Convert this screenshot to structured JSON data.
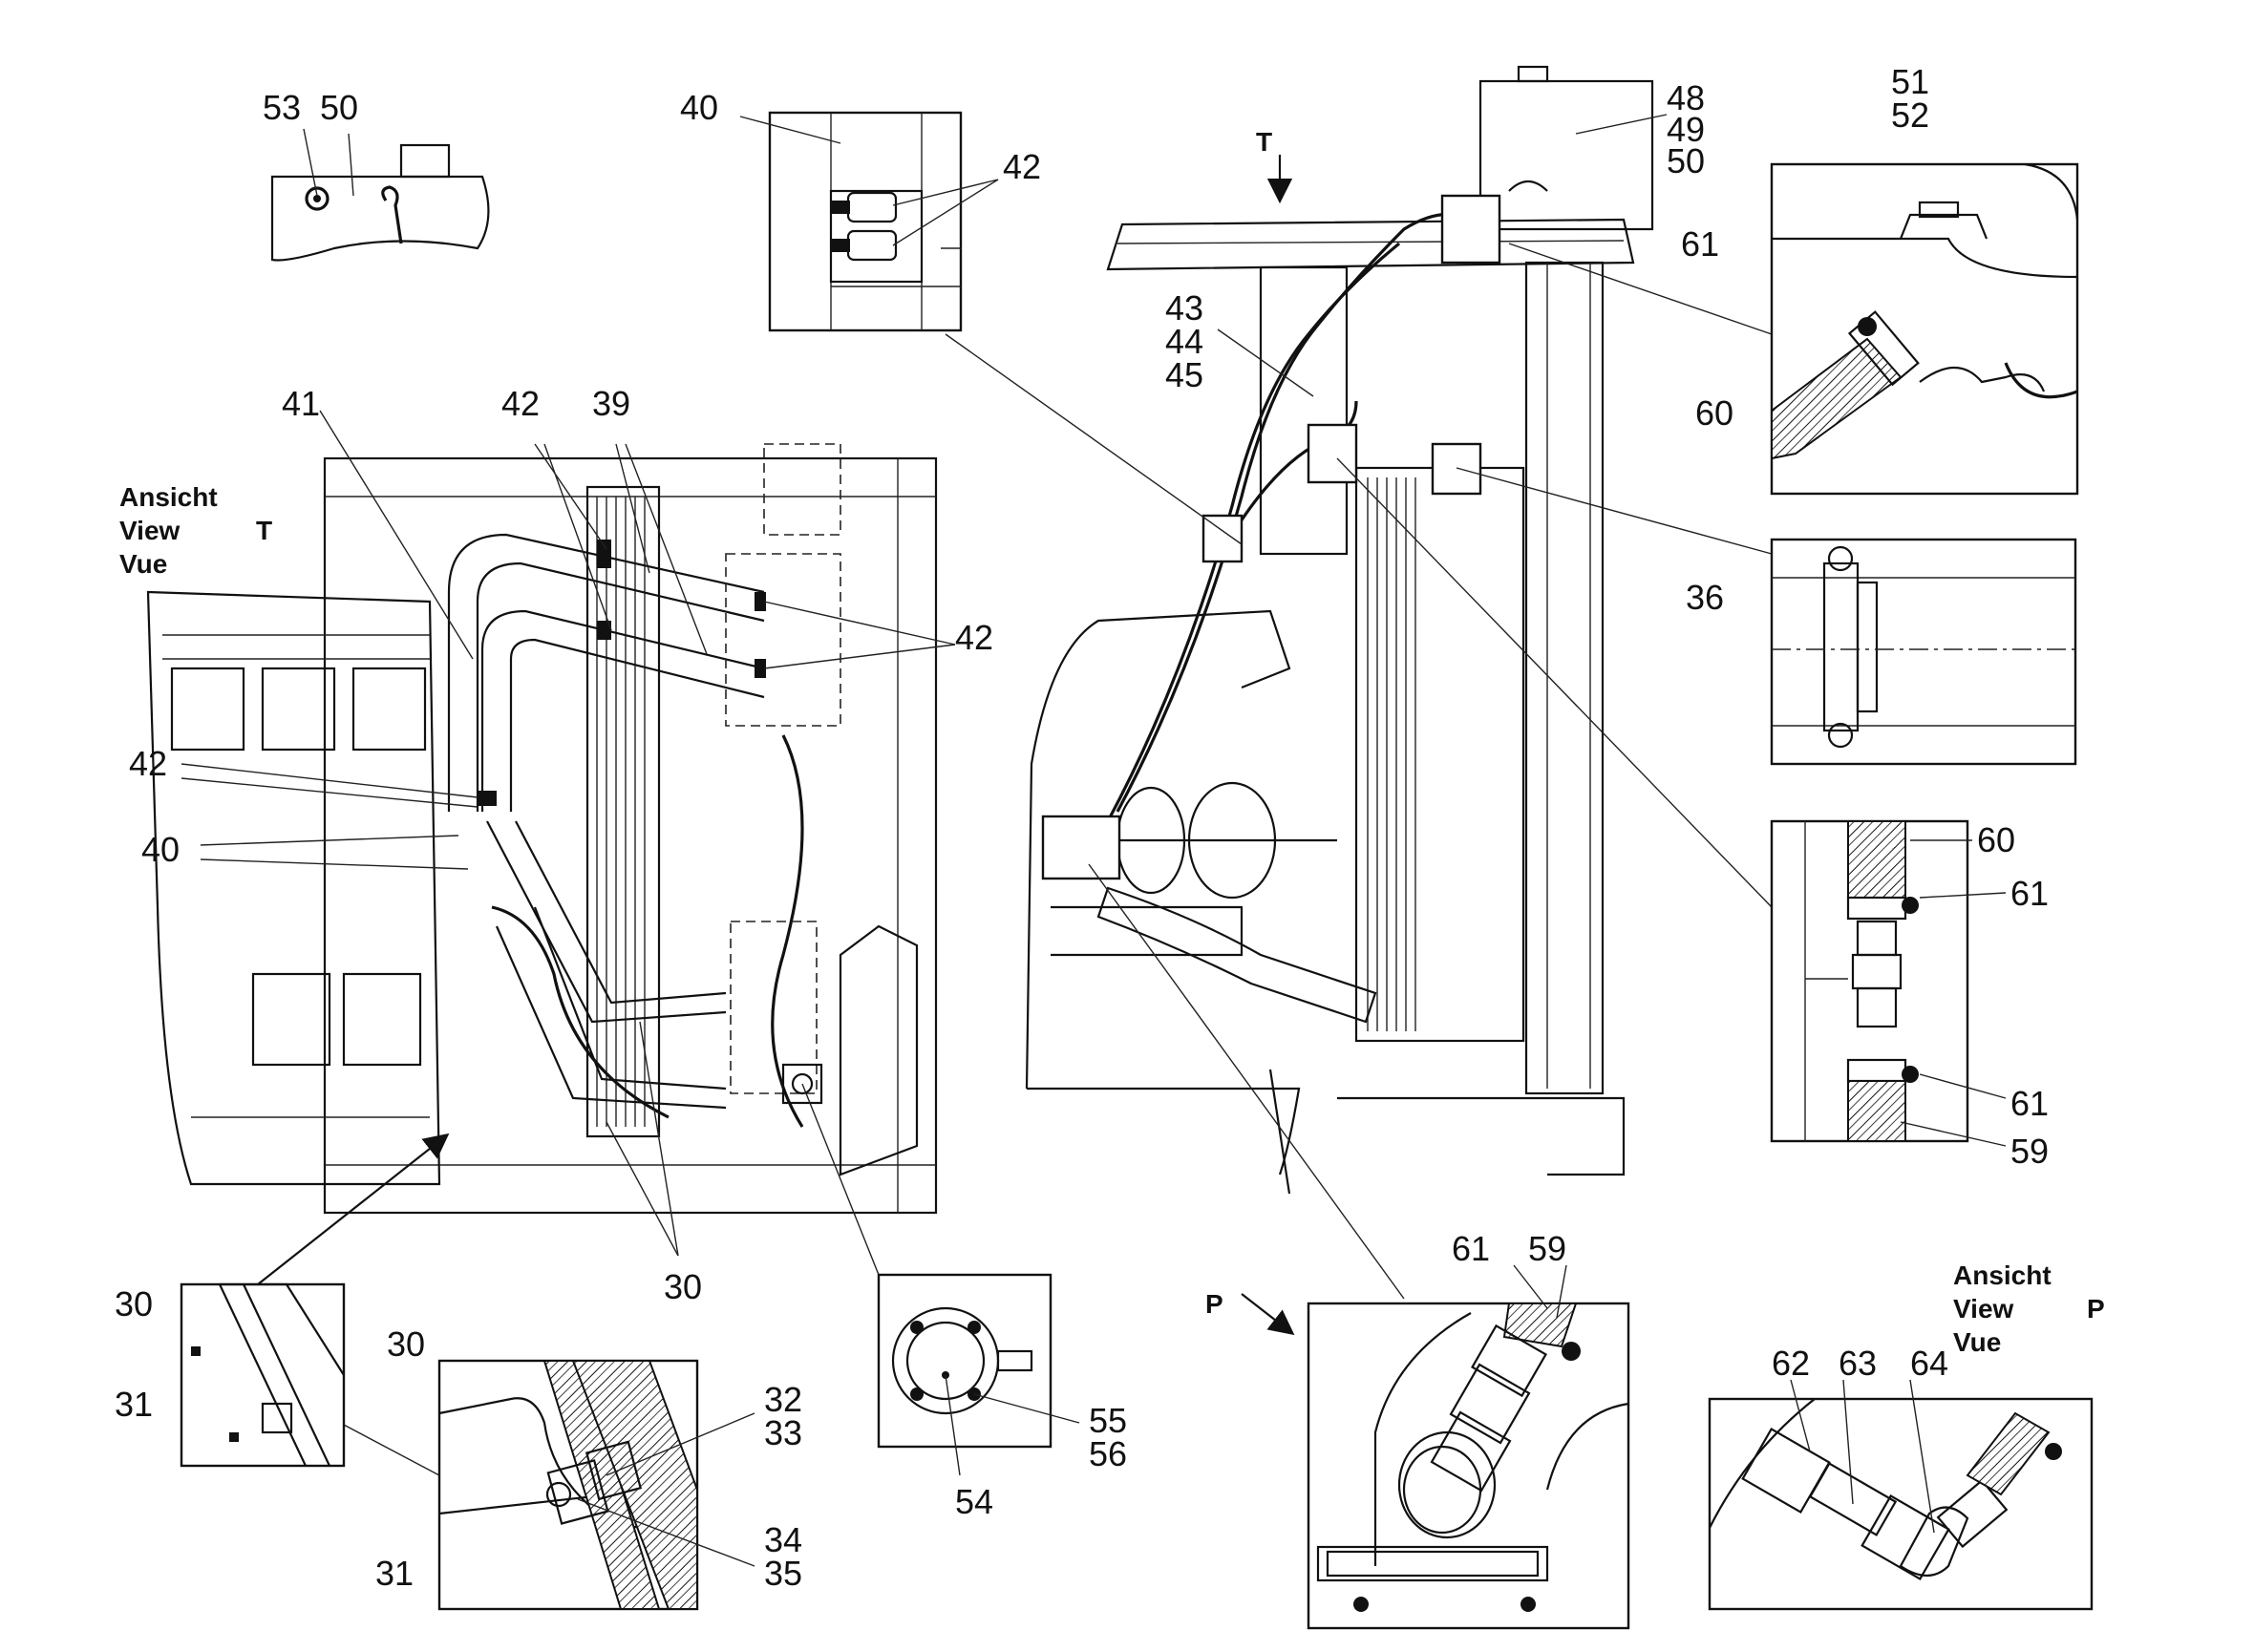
{
  "callouts": {
    "c53": "53",
    "c50a": "50",
    "c40a": "40",
    "c42a": "42",
    "c48": "48",
    "c49": "49",
    "c50b": "50",
    "c51": "51",
    "c52": "52",
    "c61a": "61",
    "c60a": "60",
    "c43": "43",
    "c44": "44",
    "c45": "45",
    "c41": "41",
    "c42b": "42",
    "c39": "39",
    "c42c": "42",
    "c42d": "42",
    "c40b": "40",
    "c36": "36",
    "c60b": "60",
    "c61b": "61",
    "c61c": "61",
    "c59a": "59",
    "c30a": "30",
    "c30b": "30",
    "c31a": "31",
    "c30c": "30",
    "c32": "32",
    "c33": "33",
    "c31b": "31",
    "c34": "34",
    "c35": "35",
    "c55": "55",
    "c56": "56",
    "c54": "54",
    "c61d": "61",
    "c59b": "59",
    "c62": "62",
    "c63": "63",
    "c64": "64"
  },
  "view_t": {
    "line1": "Ansicht",
    "line2": "View",
    "line3": "Vue",
    "letter": "T"
  },
  "view_p": {
    "line1": "Ansicht",
    "line2": "View",
    "line3": "Vue",
    "letter": "P"
  },
  "arrow_t": "T",
  "arrow_p": "P"
}
